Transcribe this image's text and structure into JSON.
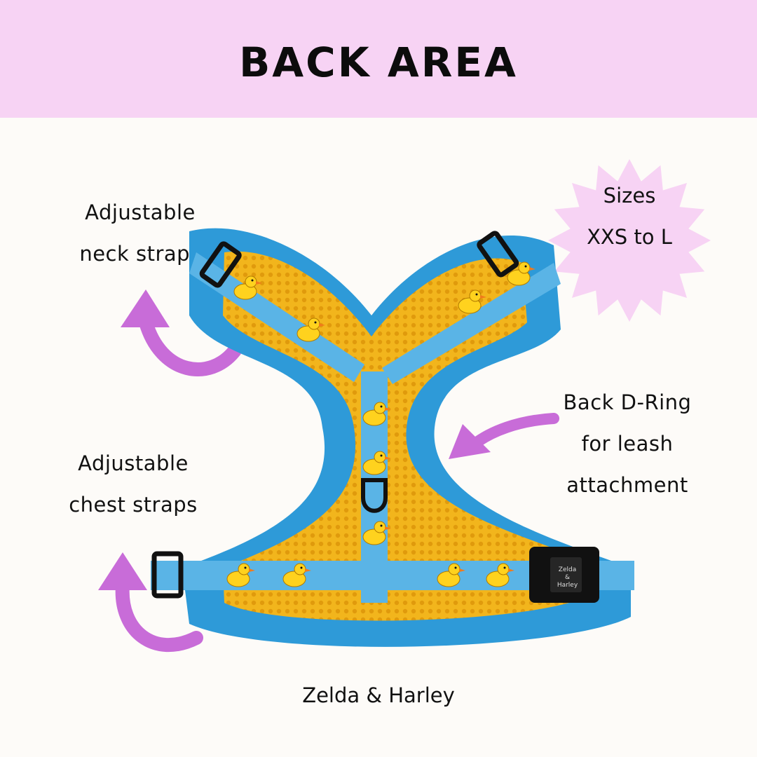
{
  "header": {
    "title": "BACK AREA"
  },
  "annotations": {
    "neck": [
      "Adjustable",
      "neck straps"
    ],
    "chest": [
      "Adjustable",
      "chest straps"
    ],
    "d_ring": [
      "Back D-Ring",
      "for leash",
      "attachment"
    ]
  },
  "badge": {
    "lines": [
      "Sizes",
      "XXS to L"
    ]
  },
  "brand": "Zelda & Harley",
  "buckle_text": [
    "Zelda",
    "&",
    "Harley"
  ],
  "colors": {
    "banner": "#f7d3f4",
    "background": "#fdfbf8",
    "badge": "#f7d3f4",
    "arrow": "#c86cd8",
    "harness_blue": "#2e9ad8",
    "harness_strap": "#5ab4e6",
    "harness_mesh": "#f2b51c",
    "duck": "#ffd21e",
    "beak": "#f07a1c"
  },
  "icons": [
    "curved-arrow-icon",
    "starburst-badge",
    "harness-image",
    "duck-icon",
    "buckle-icon",
    "d-ring-icon"
  ]
}
